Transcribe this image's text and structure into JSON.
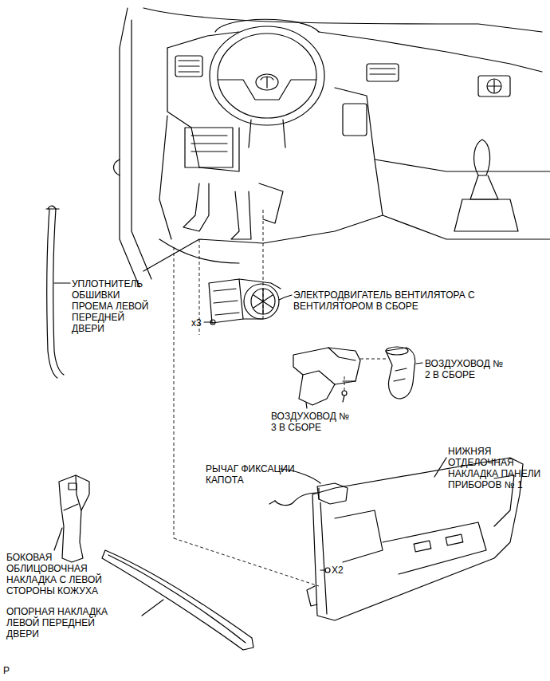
{
  "diagram": {
    "labels": [
      "УПЛОТНИТЕЛЬ ОБШИВКИ ПРОЕМА ЛЕВОЙ ПЕРЕДНЕЙ ДВЕРИ",
      "ЭЛЕКТРОДВИГАТЕЛЬ ВЕНТИЛЯТОРА С ВЕНТИЛЯТОРОМ В СБОРЕ",
      "x3",
      "ВОЗДУХОВОД № 2 В СБОРЕ",
      "ВОЗДУХОВОД № 3 В СБОРЕ",
      "РЫЧАГ ФИКСАЦИИ КАПОТА",
      "НИЖНЯЯ ОТДЕЛОЧНАЯ НАКЛАДКА ПАНЕЛИ ПРИБОРОВ № 1",
      "БОКОВАЯ ОБЛИЦОВОЧНАЯ НАКЛАДКА С ЛЕВОЙ СТОРОНЫ КОЖУХА",
      "ОПОРНАЯ НАКЛАДКА ЛЕВОЙ ПЕРЕДНЕЙ ДВЕРИ",
      "X2",
      "P"
    ]
  }
}
